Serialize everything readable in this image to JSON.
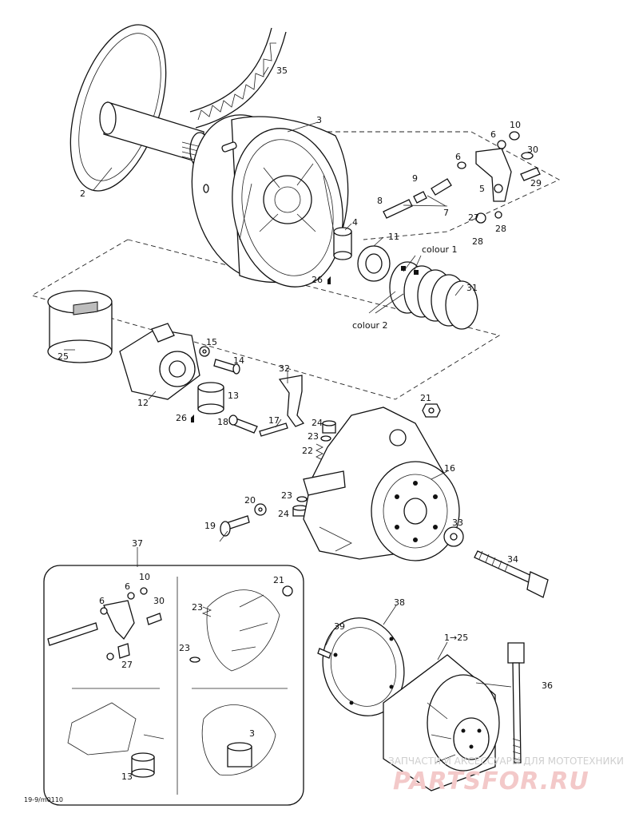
{
  "figure_code": "19-9/m0110",
  "watermark": {
    "top": "ЗАПЧАСТИ И АКСЕССУАРЫ ДЛЯ МОТОТЕХНИКИ",
    "brand": "PARTSFOR.RU"
  },
  "callouts": {
    "c2": "2",
    "c3": "3",
    "c4": "4",
    "c5": "5",
    "c6a": "6",
    "c6b": "6",
    "c7": "7",
    "c8": "8",
    "c9": "9",
    "c10": "10",
    "c11": "11",
    "c12": "12",
    "c13": "13",
    "c14": "14",
    "c15": "15",
    "c16": "16",
    "c17": "17",
    "c18": "18",
    "c19": "19",
    "c20": "20",
    "c21": "21",
    "c22": "22",
    "c23a": "23",
    "c23b": "23",
    "c24a": "24",
    "c24b": "24",
    "c25": "25",
    "c26a": "26",
    "c26b": "26",
    "c27": "27",
    "c28a": "28",
    "c28b": "28",
    "c29": "29",
    "c30": "30",
    "c31": "31",
    "c32": "32",
    "c33": "33",
    "c34": "34",
    "c35": "35",
    "c36": "36",
    "c37": "37",
    "c38": "38",
    "c39": "39",
    "c1to25": "1→25",
    "colour1": "colour 1",
    "colour2": "colour 2"
  },
  "inset_callouts": {
    "i6a": "6",
    "i6b": "6",
    "i10": "10",
    "i30": "30",
    "i27": "27",
    "i21": "21",
    "i23a": "23",
    "i23b": "23",
    "i3": "3",
    "i13": "13"
  }
}
